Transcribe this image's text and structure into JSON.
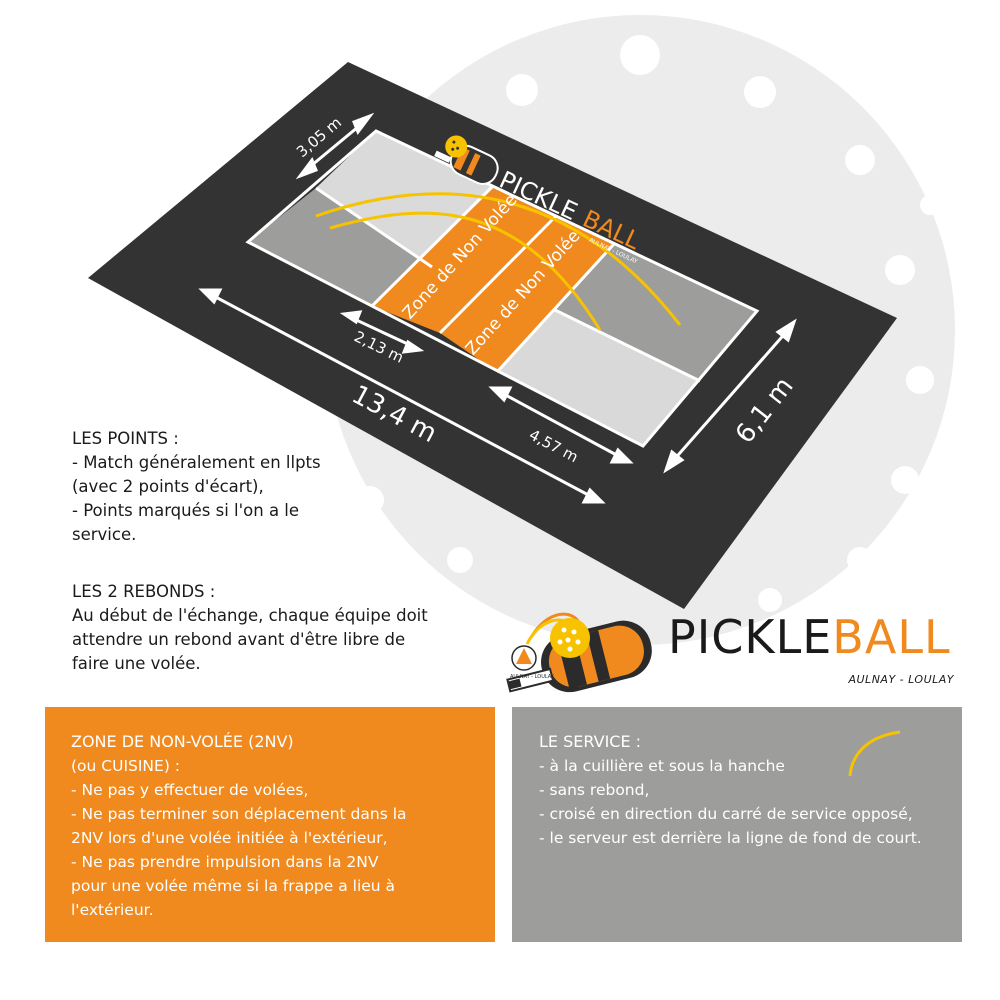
{
  "background_ball": {
    "color": "#ebebeb"
  },
  "court": {
    "surround_color": "#333333",
    "light_zone_color": "#d9d9d9",
    "dark_zone_color": "#9d9d9c",
    "kitchen_color": "#f08a1e",
    "kitchen_label_1": "Zone de Non Volée",
    "kitchen_label_2": "Zone de Non Volée",
    "dimensions": {
      "width_side": "3,05 m",
      "kitchen_depth": "2,13 m",
      "length": "13,4 m",
      "service_depth": "4,57 m",
      "width": "6,1 m"
    },
    "logo_small": {
      "word_part1": "PICKLE",
      "word_part2": "BALL",
      "subtitle": "AULNAY - LOULAY"
    }
  },
  "rules": {
    "points": {
      "title": "LES POINTS :",
      "lines": [
        "- Match généralement en llpts",
        "(avec 2 points d'écart),",
        "- Points marqués si l'on a le",
        "service."
      ]
    },
    "rebonds": {
      "title": "LES 2 REBONDS :",
      "lines": [
        "Au début de l'échange, chaque équipe doit",
        "attendre un rebond avant d'être libre de",
        "faire une volée."
      ]
    }
  },
  "logo_big": {
    "word_part1": "PICKLE",
    "word_part2": "BALL",
    "subtitle": "AULNAY - LOULAY",
    "badge_text": "AULNAY - LOULAY",
    "accent_color": "#f08a1e"
  },
  "panels": {
    "nvz": {
      "title": "ZONE DE NON-VOLÉE (2NV)",
      "subtitle": "(ou CUISINE) :",
      "lines": [
        "- Ne pas y effectuer de volées,",
        "- Ne pas terminer son déplacement dans la",
        "2NV lors d'une volée initiée à l'extérieur,",
        "- Ne pas prendre impulsion dans la 2NV",
        "pour une volée même si la frappe a lieu à",
        "l'extérieur."
      ],
      "color": "#f08a1e"
    },
    "service": {
      "title": "LE SERVICE :",
      "lines": [
        "- à la cuillière et sous la hanche",
        "- sans rebond,",
        "- croisé en direction du carré de service opposé,",
        "- le serveur est derrière la ligne de fond de court."
      ],
      "color": "#9d9d9c"
    }
  }
}
